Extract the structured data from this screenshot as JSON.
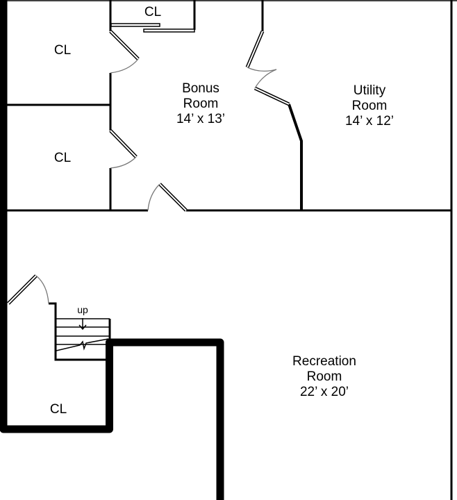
{
  "rooms": {
    "bonus": {
      "name": "Bonus",
      "name2": "Room",
      "size": "14’ x 13’"
    },
    "utility": {
      "name": "Utility",
      "name2": "Room",
      "size": "14’ x 12’"
    },
    "recreation": {
      "name": "Recreation",
      "name2": "Room",
      "size": "22’ x 20’"
    },
    "closet_top": "CL",
    "closet_upper_left": "CL",
    "closet_lower_left": "CL",
    "closet_stair": "CL"
  },
  "stairs": {
    "label": "up"
  },
  "colors": {
    "wall": "#000000",
    "door_arc": "#777777",
    "background": "#ffffff"
  }
}
